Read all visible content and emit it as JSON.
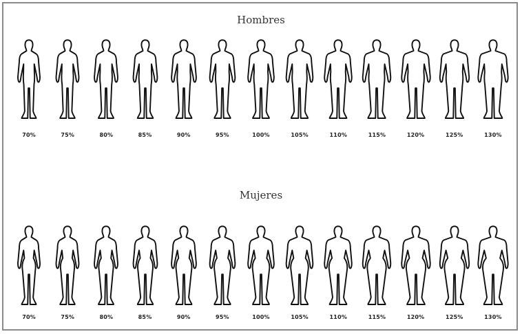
{
  "sections": {
    "men": {
      "title": "Hombres",
      "labels": [
        "70%",
        "75%",
        "80%",
        "85%",
        "90%",
        "95%",
        "100%",
        "105%",
        "110%",
        "115%",
        "120%",
        "125%",
        "130%"
      ]
    },
    "women": {
      "title": "Mujeres",
      "labels": [
        "70%",
        "75%",
        "80%",
        "85%",
        "90%",
        "95%",
        "100%",
        "105%",
        "110%",
        "115%",
        "120%",
        "125%",
        "130%"
      ]
    }
  },
  "colors": {
    "outline": "#111111",
    "frame": "#8a8a8a"
  }
}
